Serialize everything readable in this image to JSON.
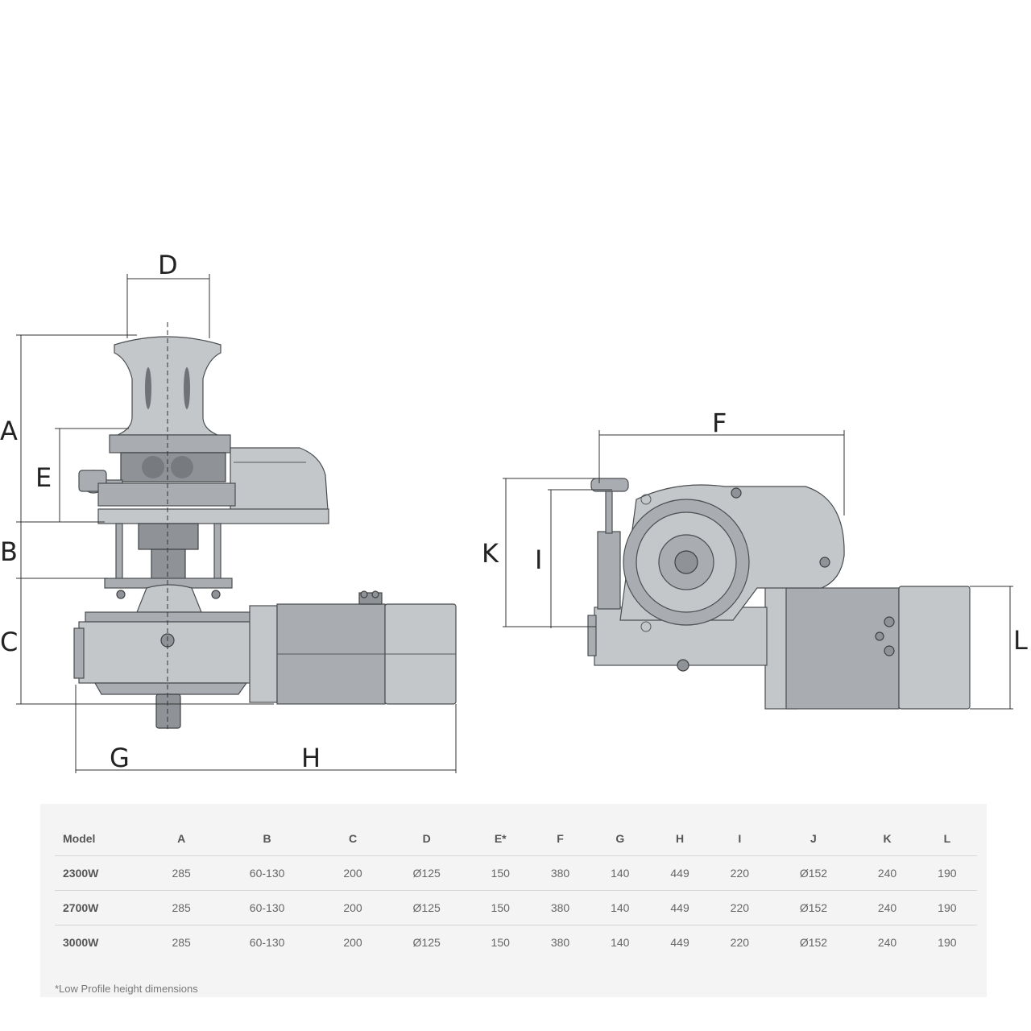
{
  "diagram": {
    "labels": {
      "a": "A",
      "b": "B",
      "c": "C",
      "d": "D",
      "e": "E",
      "f": "F",
      "g": "G",
      "h": "H",
      "i": "I",
      "k": "K",
      "l": "L"
    }
  },
  "table": {
    "headers": [
      "Model",
      "A",
      "B",
      "C",
      "D",
      "E*",
      "F",
      "G",
      "H",
      "I",
      "J",
      "K",
      "L"
    ],
    "rows": [
      [
        "2300W",
        "285",
        "60-130",
        "200",
        "Ø125",
        "150",
        "380",
        "140",
        "449",
        "220",
        "Ø152",
        "240",
        "190"
      ],
      [
        "2700W",
        "285",
        "60-130",
        "200",
        "Ø125",
        "150",
        "380",
        "140",
        "449",
        "220",
        "Ø152",
        "240",
        "190"
      ],
      [
        "3000W",
        "285",
        "60-130",
        "200",
        "Ø125",
        "150",
        "380",
        "140",
        "449",
        "220",
        "Ø152",
        "240",
        "190"
      ]
    ],
    "footnote": "*Low Profile height dimensions"
  }
}
